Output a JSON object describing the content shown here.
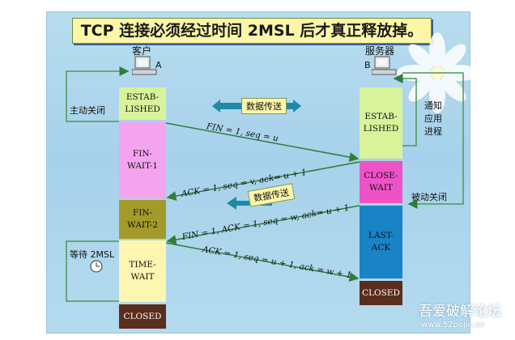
{
  "title": "TCP 连接必须经过时间 2MSL 后才真正释放掉。",
  "client": {
    "name": "客户",
    "id": "A"
  },
  "server": {
    "name": "服务器",
    "id": "B"
  },
  "client_states": [
    "ESTAB-\nLISHED",
    "FIN-\nWAIT-1",
    "FIN-\nWAIT-2",
    "TIME-\nWAIT",
    "CLOSED"
  ],
  "server_states": [
    "ESTAB-\nLISHED",
    "CLOSE-\nWAIT",
    "LAST-\nACK",
    "CLOSED"
  ],
  "labels": {
    "active_close": "主动关闭",
    "passive_close": "被动关闭",
    "notify_app": "通知\n应用\n进程",
    "wait_2msl": "等待 2MSL"
  },
  "data_transfer": "数据传送",
  "segments": [
    "FIN = 1, seq = u",
    "ACK = 1, seq = v, ack= u + 1",
    "FIN = 1, ACK = 1, seq = w, ack= u + 1",
    "ACK = 1, seq = u + 1, ack = w + 1"
  ],
  "watermark": {
    "name": "吾爱破解论坛",
    "url": "www.52pojie.cn"
  },
  "colors": {
    "established": "#d9f39a",
    "fin_wait_1": "#f4a4ef",
    "fin_wait_2": "#a39a2a",
    "time_wait": "#fdf6b0",
    "closed": "#5a2d1c",
    "close_wait": "#ee52c7",
    "last_ack": "#1a83c6",
    "panel": "#b4daee"
  }
}
